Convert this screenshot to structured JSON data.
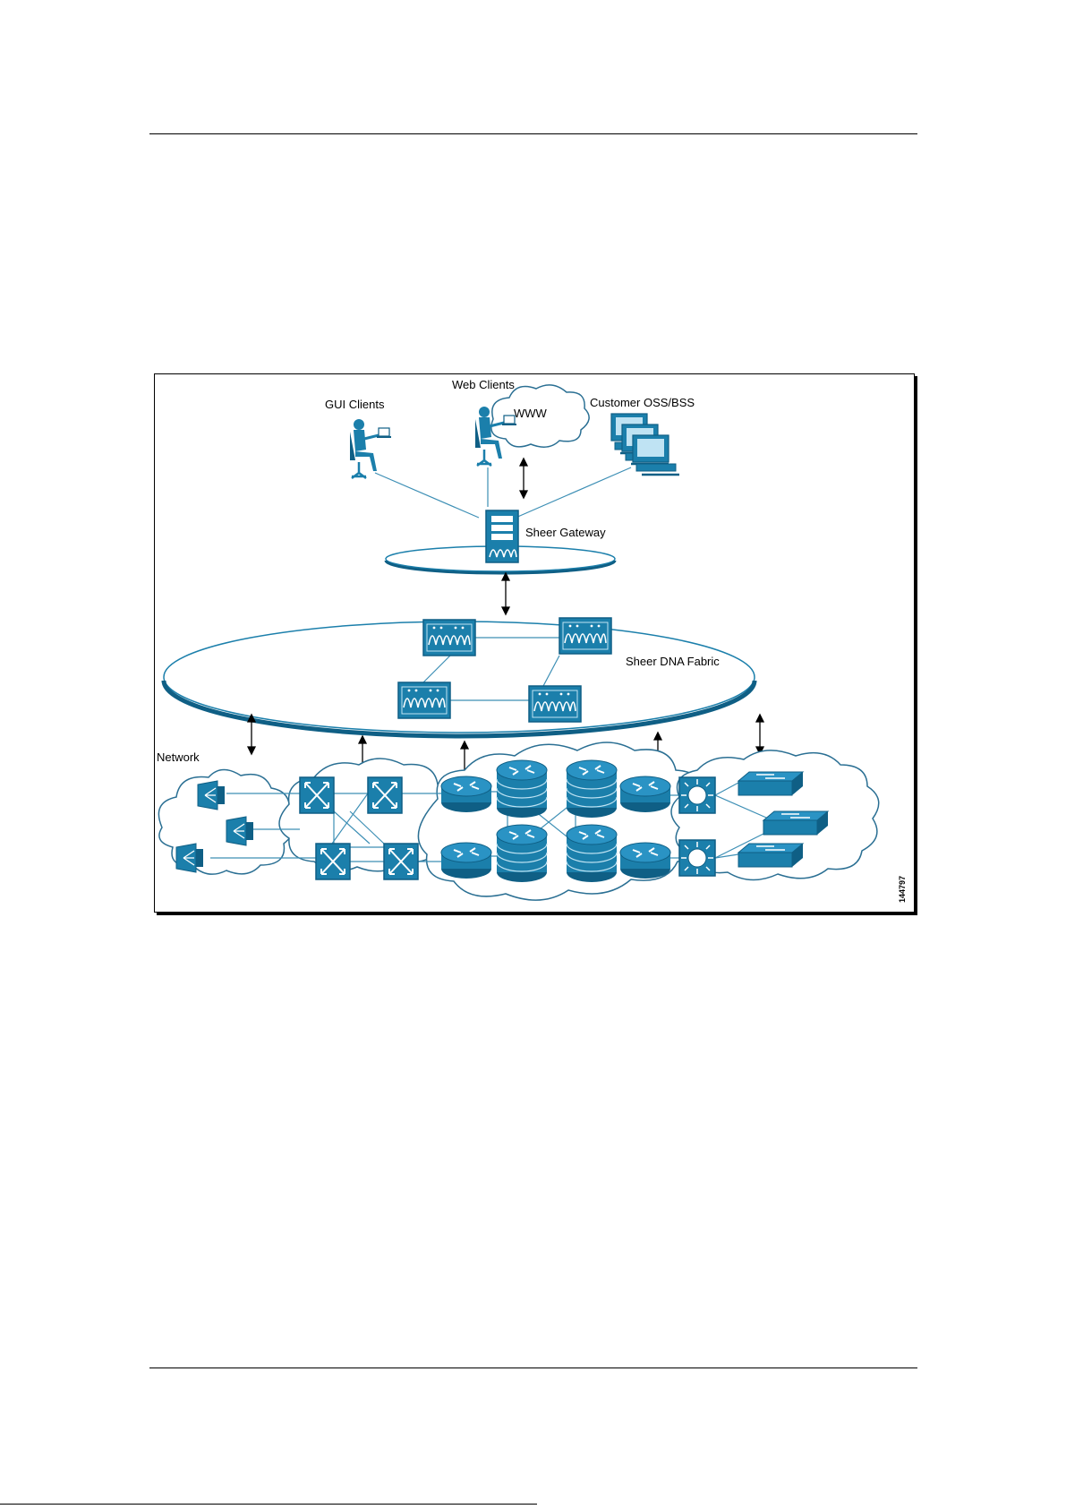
{
  "figure": {
    "labels": {
      "web_clients": "Web Clients",
      "gui_clients": "GUI Clients",
      "www": "WWW",
      "customer_oss_bss": "Customer OSS/BSS",
      "sheer_gateway": "Sheer Gateway",
      "sheer_dna_fabric": "Sheer DNA Fabric",
      "network": "Network"
    },
    "figure_id": "144797"
  },
  "colors": {
    "device": "#1b7fab",
    "device_dark": "#0f5f85",
    "line": "#3d8fb5",
    "cloud_stroke": "#2a6f93",
    "text": "#000000"
  }
}
